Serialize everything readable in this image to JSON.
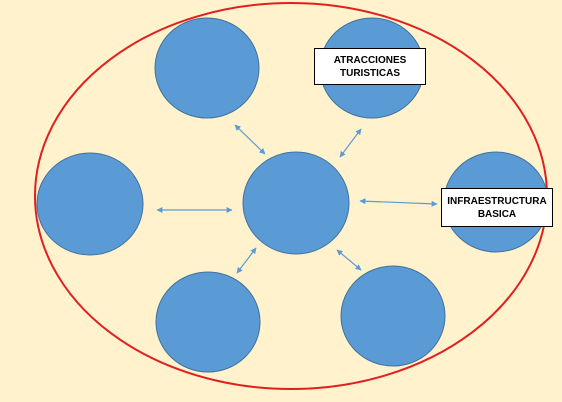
{
  "colors": {
    "background": "#fff2cc",
    "outer_ellipse_stroke": "#e02020",
    "circle_fill": "#5b9bd5",
    "circle_stroke": "#41719c",
    "arrow_color": "#5b9bd5",
    "label_border": "#000000",
    "label_fill": "#ffffff"
  },
  "nodes": {
    "center": {
      "label": ""
    },
    "top_left": {
      "label": ""
    },
    "top_right": {
      "label": "ATRACCIONES TURISTICAS"
    },
    "left": {
      "label": ""
    },
    "right": {
      "label": "INFRAESTRUCTURA BASICA"
    },
    "bottom_left": {
      "label": ""
    },
    "bottom_right": {
      "label": ""
    }
  },
  "labels": {
    "atracciones_line1": "ATRACCIONES",
    "atracciones_line2": "TURISTICAS",
    "infraestructura_line1": "INFRAESTRUCTURA",
    "infraestructura_line2": "BASICA"
  },
  "connections": [
    {
      "from": "center",
      "to": "top_left",
      "direction": "both"
    },
    {
      "from": "center",
      "to": "top_right",
      "direction": "both"
    },
    {
      "from": "center",
      "to": "left",
      "direction": "both"
    },
    {
      "from": "center",
      "to": "right",
      "direction": "both"
    },
    {
      "from": "center",
      "to": "bottom_left",
      "direction": "both"
    },
    {
      "from": "center",
      "to": "bottom_right",
      "direction": "both"
    }
  ]
}
